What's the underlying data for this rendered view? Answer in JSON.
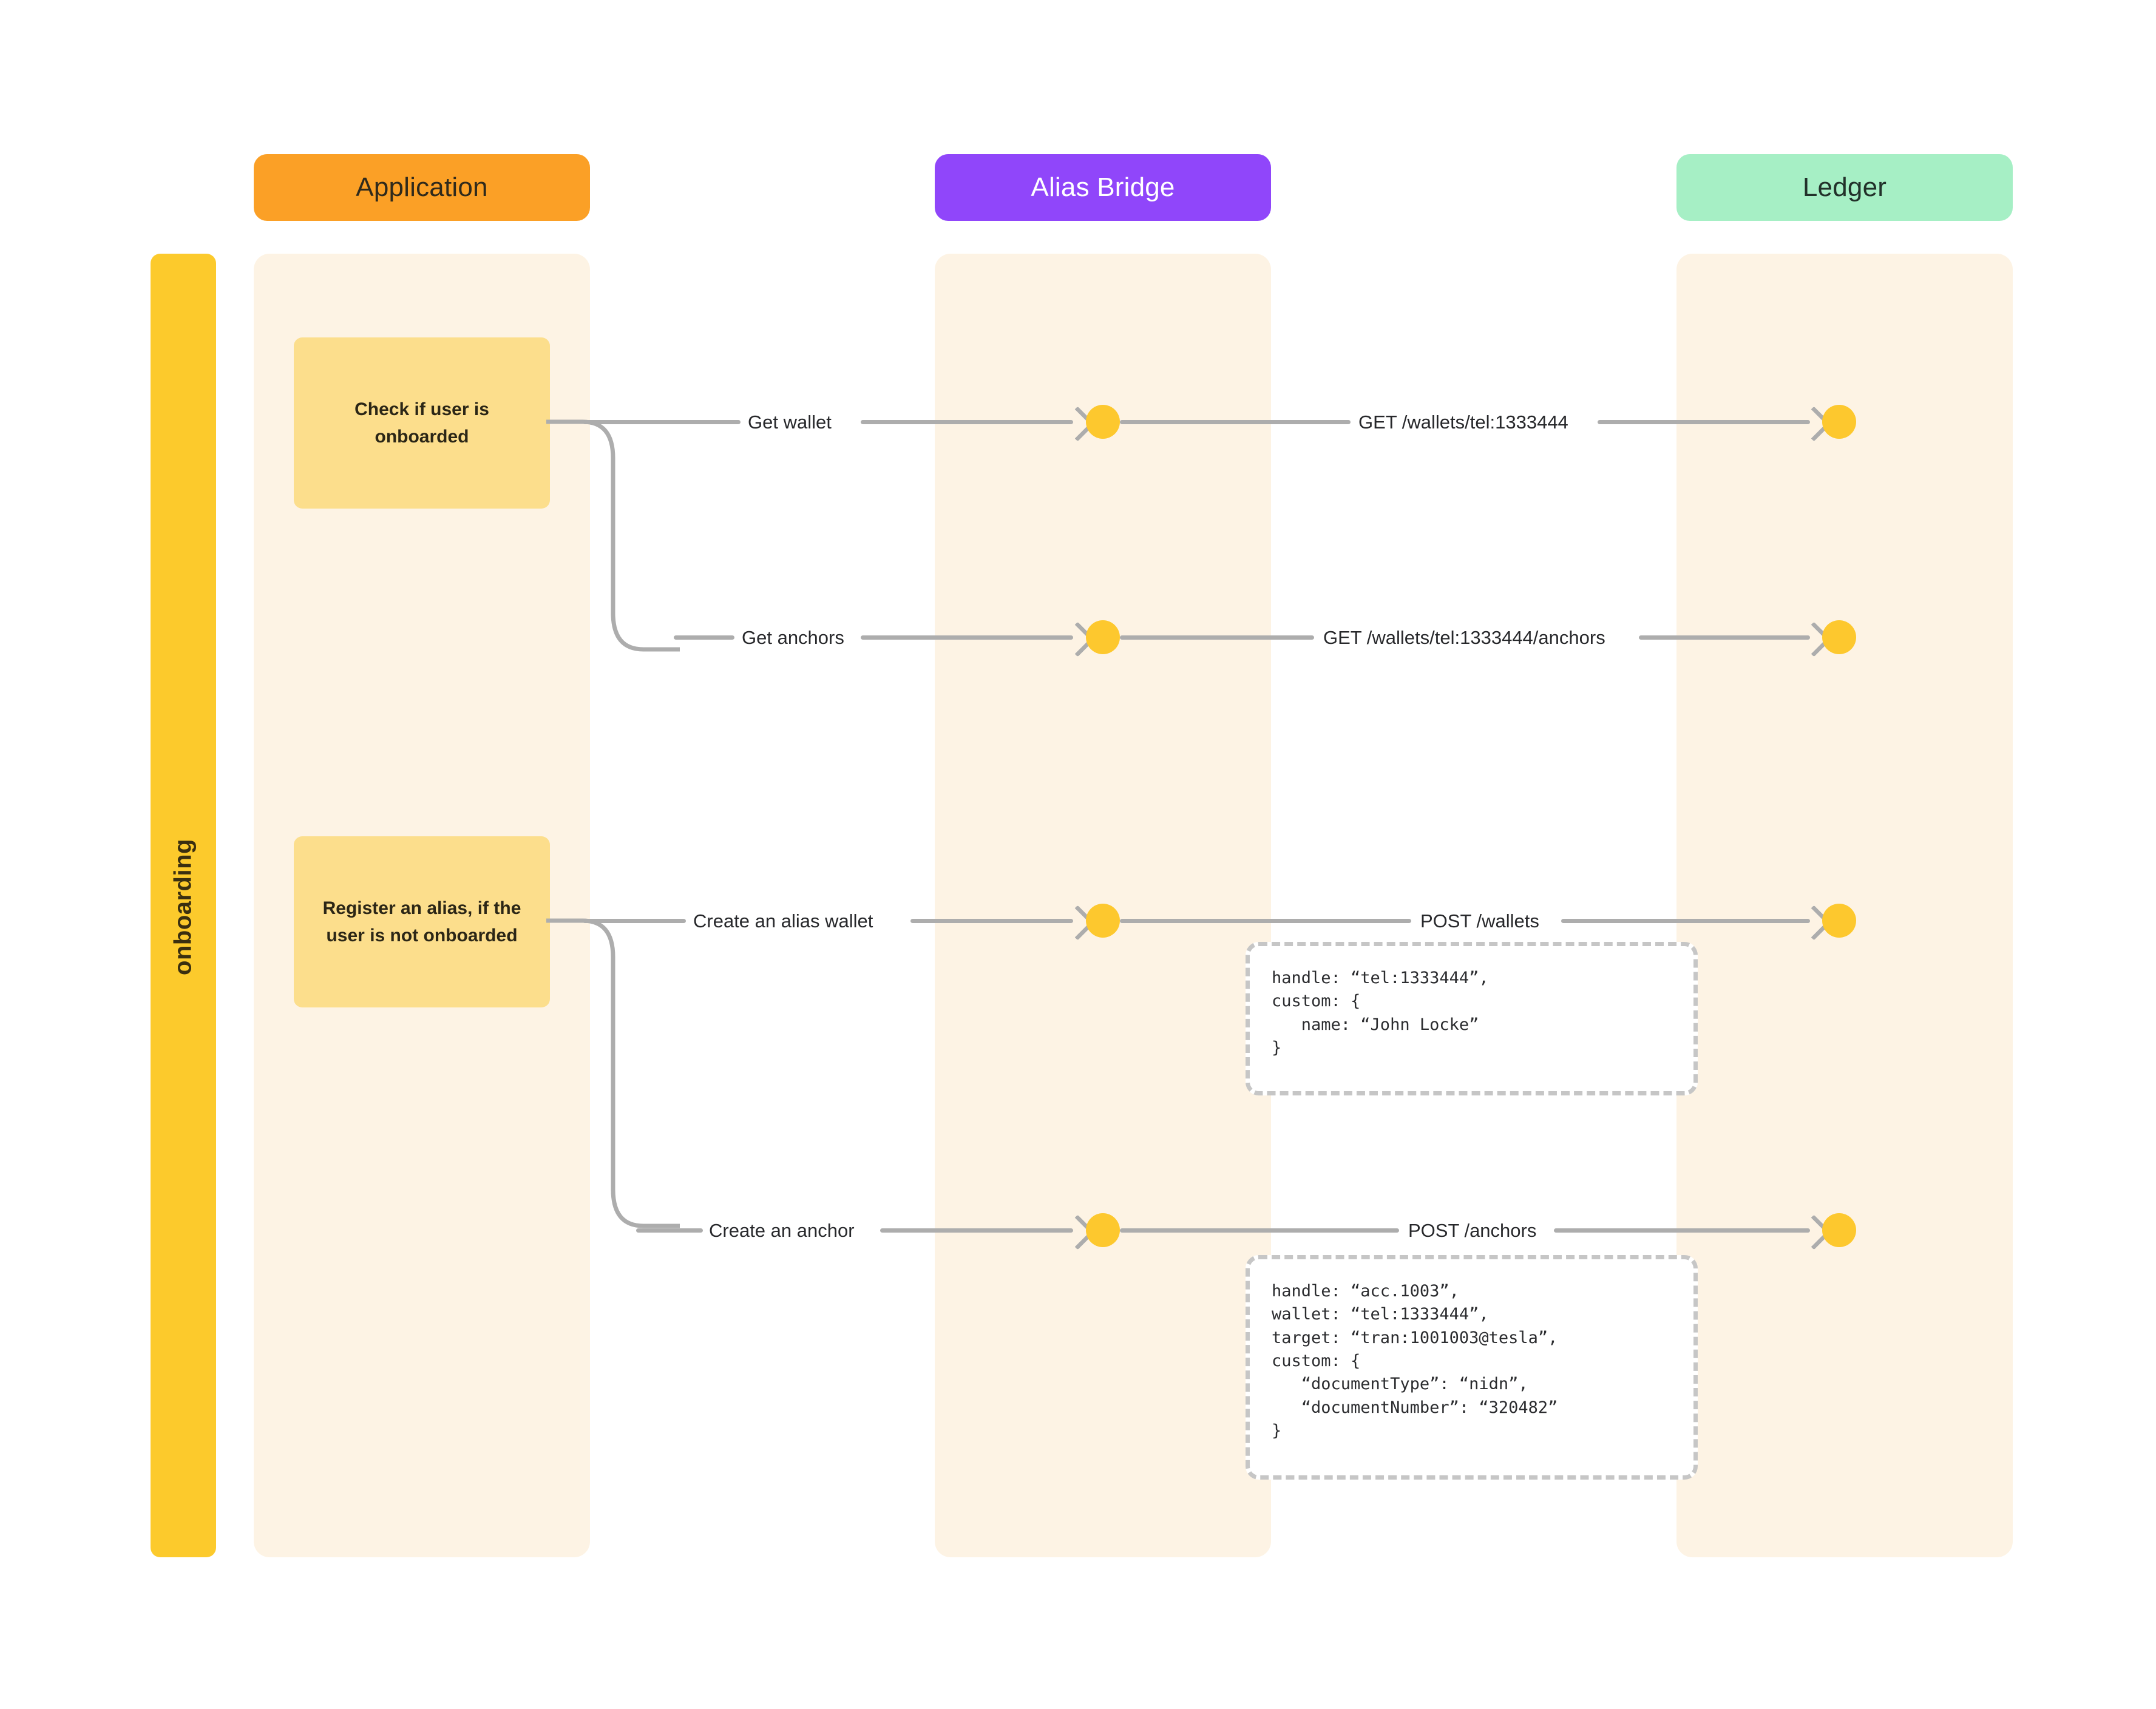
{
  "diagram": {
    "title": "onboarding",
    "type": "sequence-diagram"
  },
  "fragment": {
    "label": "onboarding"
  },
  "participants": [
    {
      "id": "application",
      "label": "Application",
      "color": "#FBA026"
    },
    {
      "id": "alias-bridge",
      "label": "Alias Bridge",
      "color": "#9046FA"
    },
    {
      "id": "ledger",
      "label": "Ledger",
      "color": "#A6EFC5"
    }
  ],
  "notes": [
    {
      "id": "note-check",
      "text": "Check if user is onboarded"
    },
    {
      "id": "note-register",
      "text": "Register an alias, if the user is not onboarded"
    }
  ],
  "messages": [
    {
      "id": "m1",
      "from": "application",
      "to": "alias-bridge",
      "label": "Get wallet"
    },
    {
      "id": "m2",
      "from": "alias-bridge",
      "to": "ledger",
      "label": "GET /wallets/tel:1333444"
    },
    {
      "id": "m3",
      "from": "application",
      "to": "alias-bridge",
      "label": "Get anchors"
    },
    {
      "id": "m4",
      "from": "alias-bridge",
      "to": "ledger",
      "label": "GET /wallets/tel:1333444/anchors"
    },
    {
      "id": "m5",
      "from": "application",
      "to": "alias-bridge",
      "label": "Create an alias wallet"
    },
    {
      "id": "m6",
      "from": "alias-bridge",
      "to": "ledger",
      "label": "POST /wallets"
    },
    {
      "id": "m7",
      "from": "application",
      "to": "alias-bridge",
      "label": "Create an anchor"
    },
    {
      "id": "m8",
      "from": "alias-bridge",
      "to": "ledger",
      "label": "POST /anchors"
    }
  ],
  "payloads": [
    {
      "id": "payload-wallets",
      "attached_to": "m6",
      "body": "handle: “tel:1333444”,\ncustom: {\n   name: “John Locke”\n}"
    },
    {
      "id": "payload-anchors",
      "attached_to": "m8",
      "body": "handle: “acc.1003”,\nwallet: “tel:1333444”,\ntarget: “tran:1001003@tesla”,\ncustom: {\n   “documentType”: “nidn”,\n   “documentNumber”: “320482”\n}"
    }
  ],
  "colors": {
    "canvas": "#FFFFFF",
    "lifeline_band": "#FDF3E4",
    "fragment_bar": "#FCCA2C",
    "note": "#FCDE8C",
    "activation_dot": "#FDC82E",
    "message_line": "#ADADAD",
    "payload_border": "#C6C6C6"
  }
}
